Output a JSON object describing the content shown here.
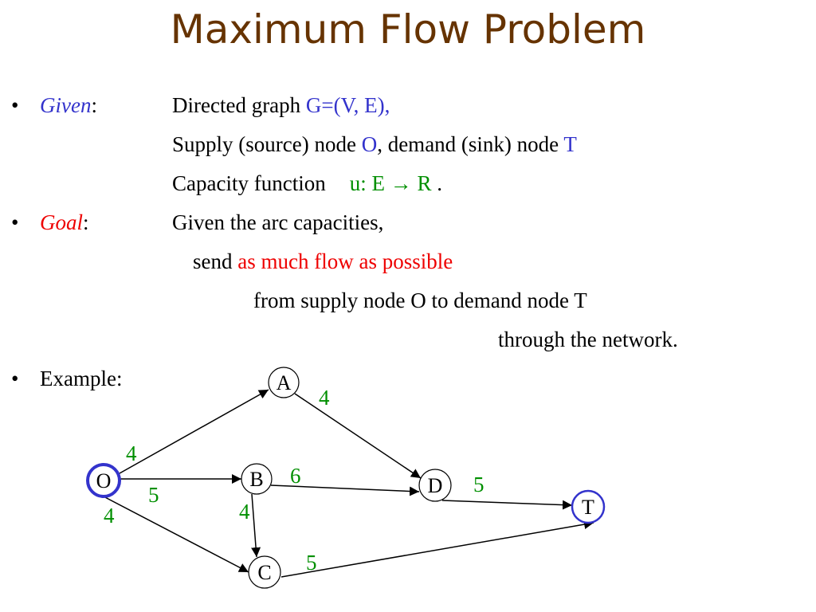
{
  "title": "Maximum Flow Problem",
  "bullets": {
    "given": {
      "label": "Given",
      "colon": ":",
      "lines": {
        "l1_text": "Directed graph ",
        "l1_highlight": "G=(V, E),",
        "l2_text_a": "Supply (source) node ",
        "l2_source": "O",
        "l2_text_b": ", demand (sink) node ",
        "l2_sink": "T",
        "l3_text": "Capacity function",
        "l3_highlight": "u: E → R",
        "l3_tail": " ."
      }
    },
    "goal": {
      "label": "Goal",
      "colon": ":",
      "lines": {
        "l1_text": "Given the arc capacities,",
        "l2_text": "send ",
        "l2_highlight": "as much flow as possible",
        "l3_text": "from supply node O to demand node T",
        "l4_text": "through the network."
      }
    },
    "example": {
      "label": "Example:"
    }
  },
  "bullet_glyph": "•",
  "colors": {
    "title": "#663300",
    "emphasis_blue": "#3333cc",
    "emphasis_red": "#ee0000",
    "capacity_green": "#008f00",
    "source_sink_ring": "#3333cc"
  },
  "graph": {
    "nodes": [
      {
        "id": "O",
        "label": "O",
        "role": "source"
      },
      {
        "id": "A",
        "label": "A",
        "role": "normal"
      },
      {
        "id": "B",
        "label": "B",
        "role": "normal"
      },
      {
        "id": "C",
        "label": "C",
        "role": "normal"
      },
      {
        "id": "D",
        "label": "D",
        "role": "normal"
      },
      {
        "id": "T",
        "label": "T",
        "role": "sink"
      }
    ],
    "edges": [
      {
        "from": "O",
        "to": "A",
        "capacity": "4"
      },
      {
        "from": "O",
        "to": "B",
        "capacity": "5"
      },
      {
        "from": "O",
        "to": "C",
        "capacity": "4"
      },
      {
        "from": "A",
        "to": "D",
        "capacity": "4"
      },
      {
        "from": "B",
        "to": "D",
        "capacity": "6"
      },
      {
        "from": "B",
        "to": "C",
        "capacity": "4"
      },
      {
        "from": "D",
        "to": "T",
        "capacity": "5"
      },
      {
        "from": "C",
        "to": "T",
        "capacity": "5"
      }
    ]
  }
}
